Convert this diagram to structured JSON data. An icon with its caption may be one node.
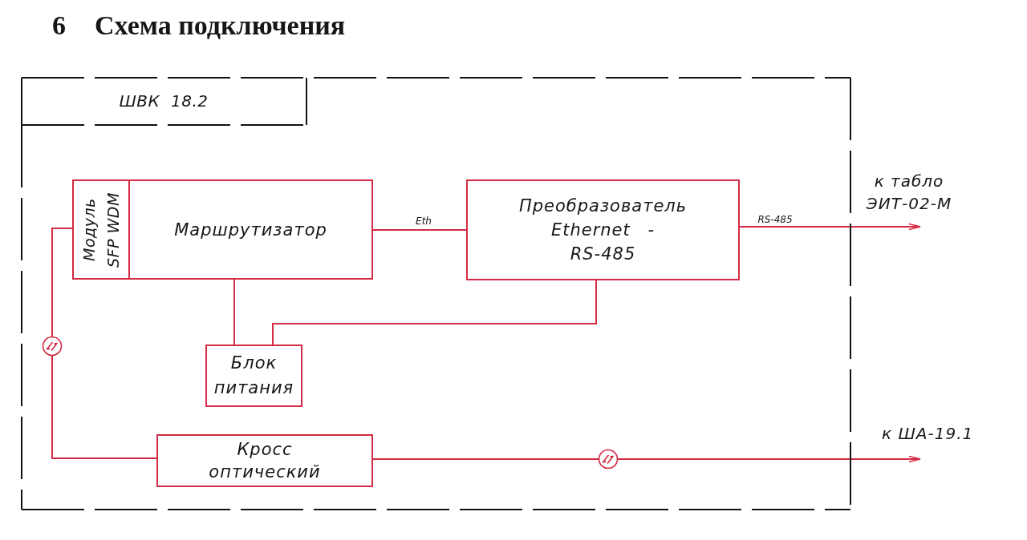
{
  "diagram": {
    "title": "Схема подключения",
    "nodes": [
      {
        "text": [
          "ШВК 18.2"
        ]
      },
      {
        "text": [
          "Маршрутизатор"
        ],
        "in": 0
      },
      {
        "text": [
          "Модуль SFP WDM"
        ],
        "in": 1
      },
      {
        "text": [
          "Преобразователь Ethernet - RS-485"
        ],
        "in": 0
      },
      {
        "text": [
          "Блок питания"
        ],
        "in": 0
      },
      {
        "text": [
          "Кросс оптический"
        ],
        "in": 0
      },
      {
        "text": [
          "к табло ЭИТ-02-М"
        ]
      },
      {
        "text": [
          "к ША-19.1"
        ]
      }
    ],
    "edges": [
      {
        "from": 1,
        "to": 3,
        "arrow": "none",
        "label": "Eth"
      },
      {
        "from": 3,
        "to": 6,
        "arrow": "to",
        "label": "RS-485"
      },
      {
        "from": 1,
        "to": 4,
        "arrow": "none"
      },
      {
        "from": 3,
        "to": 4,
        "arrow": "none"
      },
      {
        "from": 2,
        "to": 5,
        "arrow": "none"
      },
      {
        "from": 5,
        "to": 7,
        "arrow": "to"
      }
    ],
    "labels": [
      "6"
    ]
  }
}
